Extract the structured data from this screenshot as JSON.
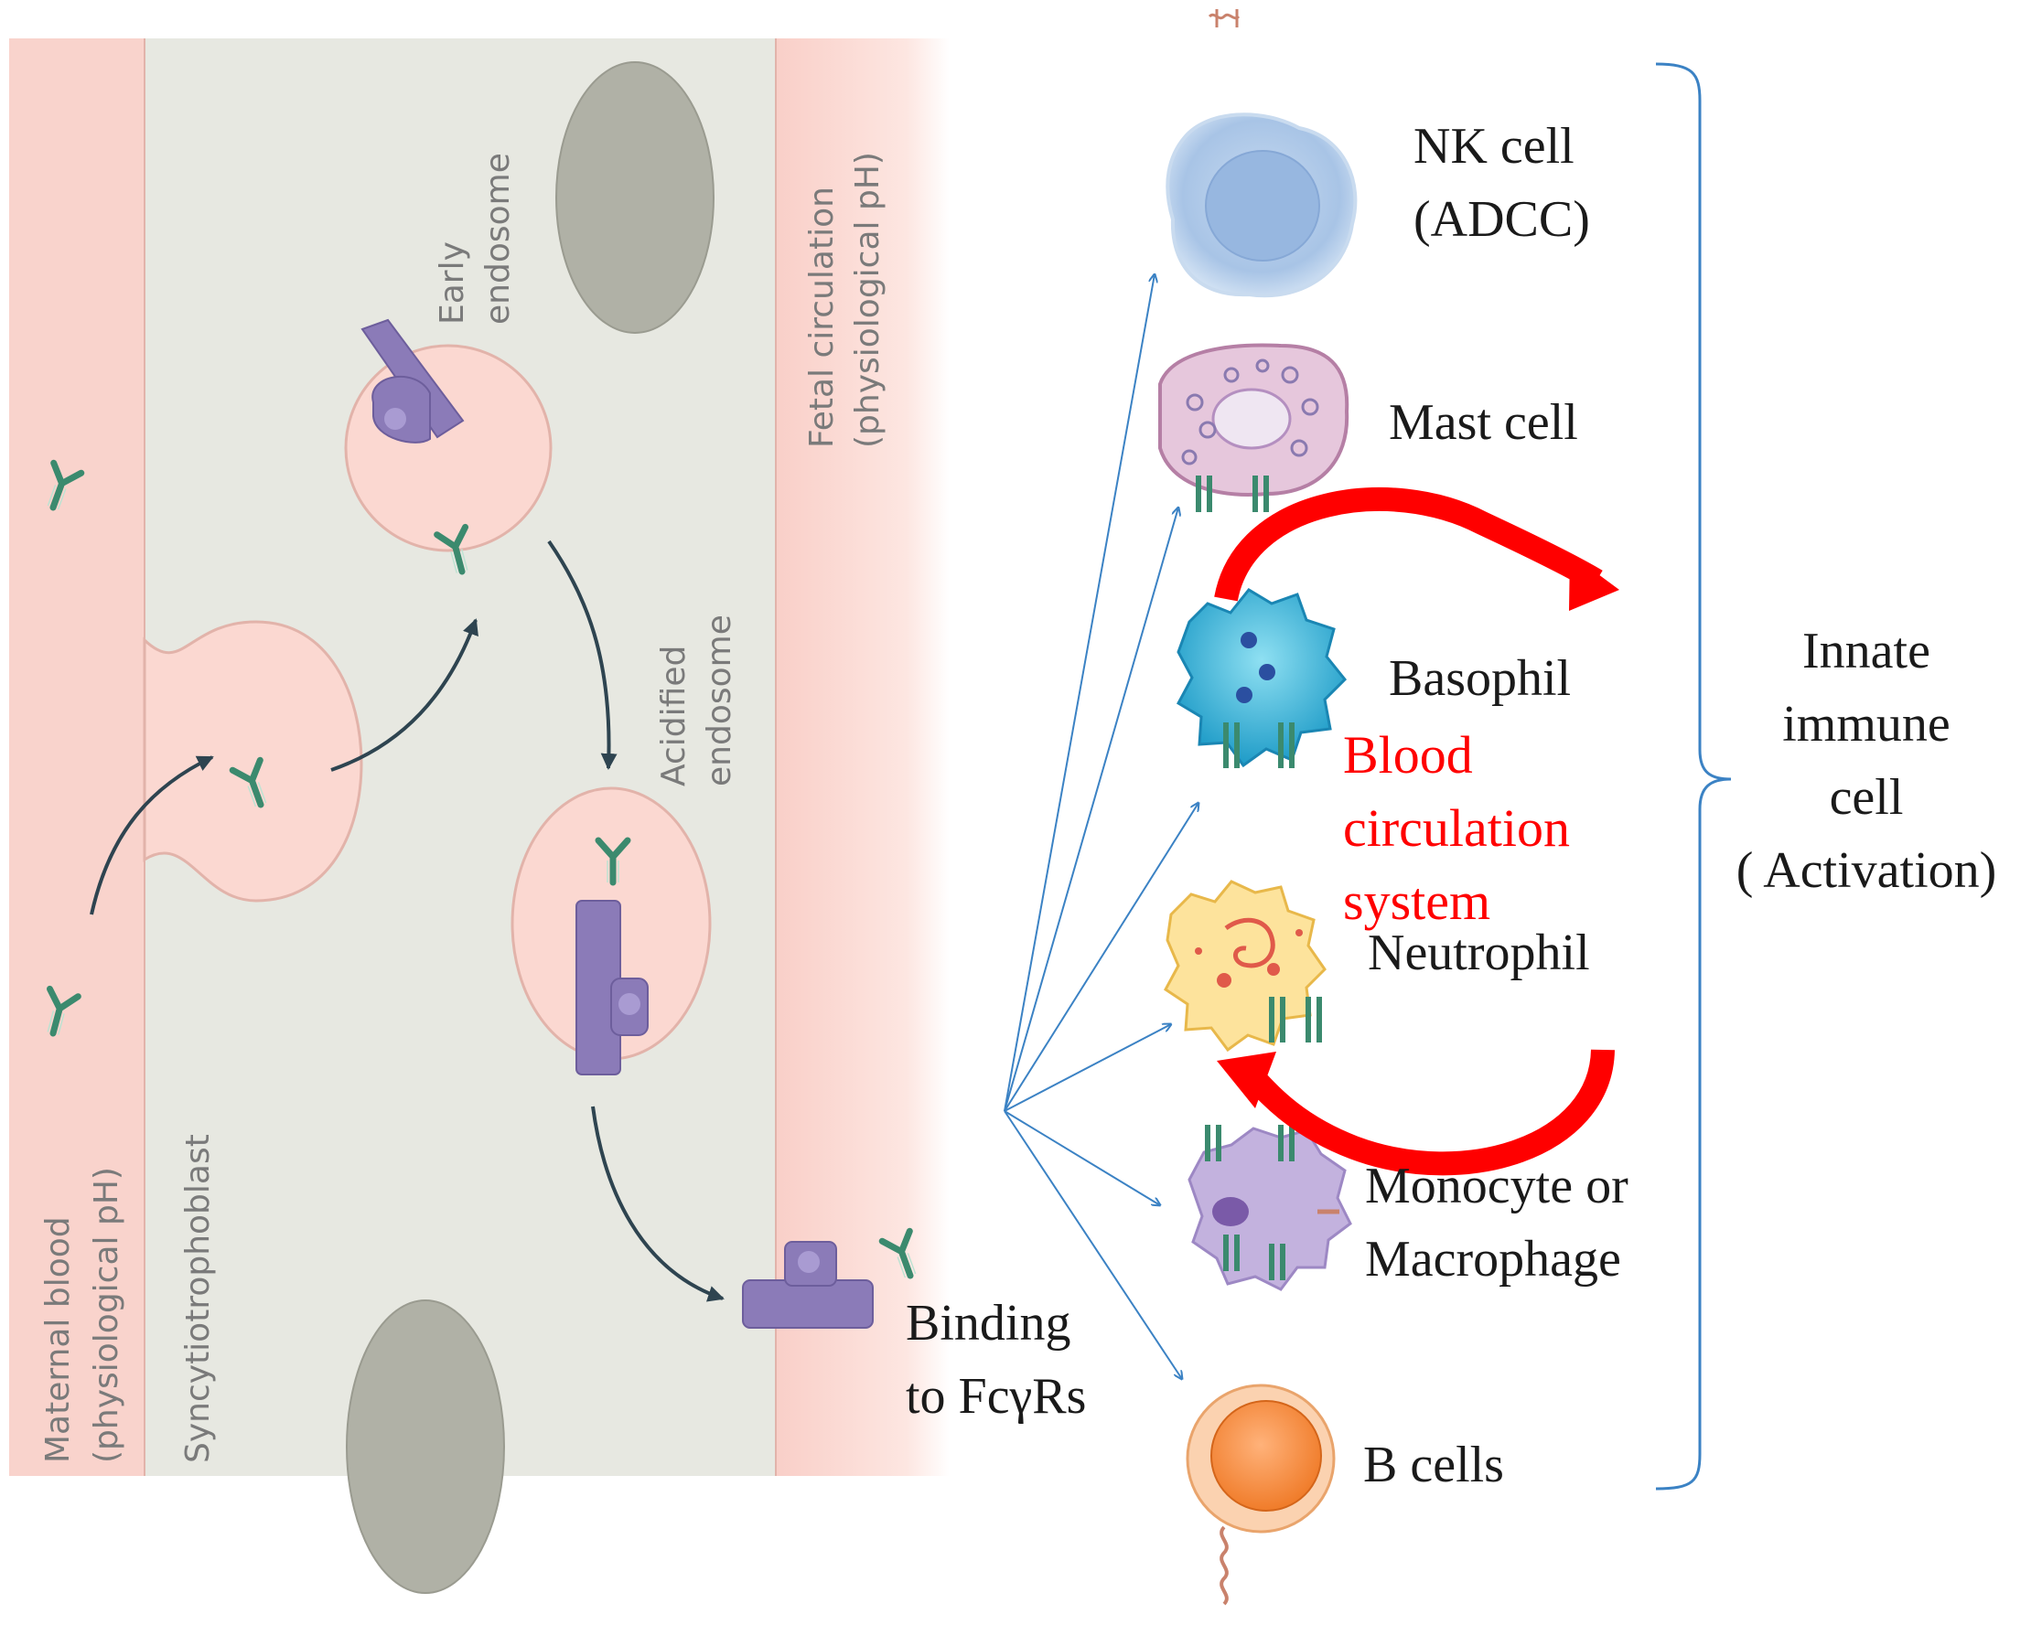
{
  "colors": {
    "maternal_blood": "#f9d3cc",
    "syncytiotrophoblast": "#e7e8e1",
    "vesicle": "#fbd8d1",
    "receptor": "#8b7bb8",
    "antibody": "#3b8a6e",
    "ellipse": "#b0b1a6",
    "blue_arrow": "#3b82c4",
    "dark_arrow": "#2e4450",
    "red_arrow": "#ff0000",
    "label_text": "#7a7a7a",
    "cell_text": "#1a1a1a",
    "bracket": "#3b82c4"
  },
  "left_panel": {
    "maternal_label_line1": "Maternal blood",
    "maternal_label_line2": "(physiological pH)",
    "syncytio_label": "Syncytiotrophoblast",
    "early_endosome_line1": "Early",
    "early_endosome_line2": "endosome",
    "acidified_endosome_line1": "Acidified",
    "acidified_endosome_line2": "endosome",
    "fetal_label_line1": "Fetal circulation",
    "fetal_label_line2": "(physiological pH)"
  },
  "binding": {
    "line1": "Binding",
    "line2": "to FcγRs"
  },
  "cells": [
    {
      "label_line1": "NK cell",
      "label_line2": "(ADCC)",
      "icon": "nk-cell-icon"
    },
    {
      "label_line1": "Mast cell",
      "label_line2": "",
      "icon": "mast-cell-icon"
    },
    {
      "label_line1": "Basophil",
      "label_line2": "",
      "icon": "basophil-icon"
    },
    {
      "label_line1": "Neutrophil",
      "label_line2": "",
      "icon": "neutrophil-icon"
    },
    {
      "label_line1": "Monocyte or",
      "label_line2": "Macrophage",
      "icon": "monocyte-icon"
    },
    {
      "label_line1": "B cells",
      "label_line2": "",
      "icon": "b-cell-icon"
    }
  ],
  "circulation": {
    "line1": "Blood",
    "line2": "circulation",
    "line3": "system"
  },
  "innate": {
    "line1": "Innate",
    "line2": "immune",
    "line3": "cell",
    "line4": "( Activation)"
  }
}
